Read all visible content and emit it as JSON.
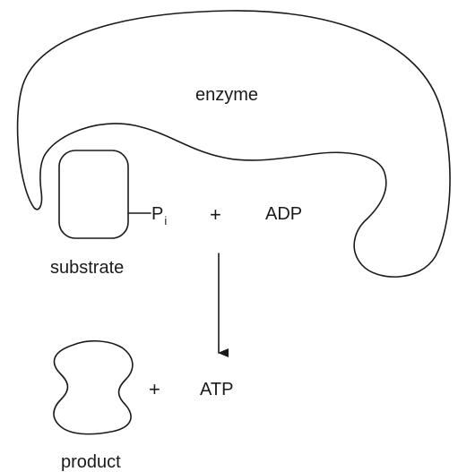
{
  "diagram": {
    "enzyme_label": "enzyme",
    "substrate_label": "substrate",
    "phosphate": {
      "symbol": "P",
      "subscript": "i"
    },
    "plus_top": "+",
    "adp_label": "ADP",
    "plus_bottom": "+",
    "atp_label": "ATP",
    "product_label": "product"
  }
}
